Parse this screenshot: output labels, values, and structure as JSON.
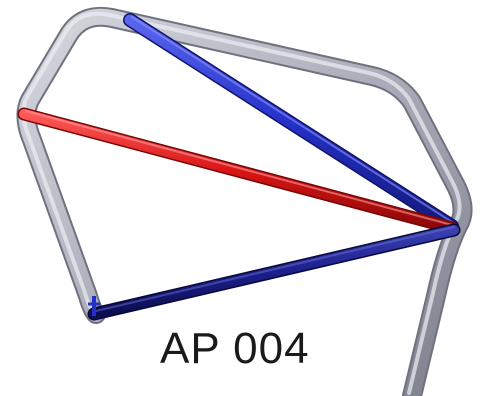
{
  "caption": "AP 004",
  "colors": {
    "background": "#ffffff",
    "frame_tube": "#a9acb8",
    "brace_red": "#d81515",
    "brace_blue": "#2430c8",
    "brace_dark_blue": "#1c1f8c",
    "caption_text": "#1a1a1a"
  },
  "members": [
    {
      "name": "roll-hoop-frame",
      "kind": "tube",
      "color": "frame_tube"
    },
    {
      "name": "upper-diagonal-brace",
      "kind": "brace",
      "color": "brace_blue"
    },
    {
      "name": "middle-diagonal-brace",
      "kind": "brace",
      "color": "brace_red"
    },
    {
      "name": "lower-diagonal-brace",
      "kind": "brace",
      "color": "brace_dark_blue"
    }
  ]
}
